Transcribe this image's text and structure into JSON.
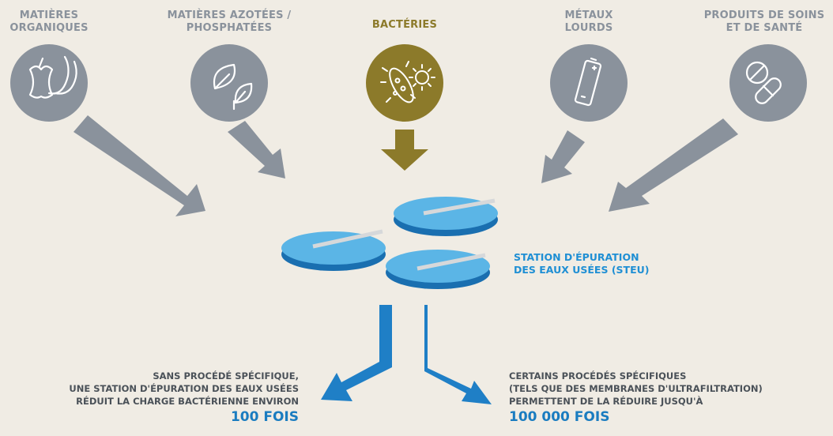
{
  "sources": [
    {
      "label_lines": [
        "MATIÈRES",
        "ORGANIQUES"
      ],
      "icon": "fruit-icon"
    },
    {
      "label_lines": [
        "MATIÈRES AZOTÉES /",
        "PHOSPHATÉES"
      ],
      "icon": "leaf-icon"
    },
    {
      "label_lines": [
        "BACTÉRIES"
      ],
      "icon": "bacteria-icon"
    },
    {
      "label_lines": [
        "MÉTAUX",
        "LOURDS"
      ],
      "icon": "battery-icon"
    },
    {
      "label_lines": [
        "PRODUITS DE SOINS",
        "ET DE SANTÉ"
      ],
      "icon": "pills-icon"
    }
  ],
  "station": {
    "label_lines": [
      "STATION D'ÉPURATION",
      "DES EAUX USÉES (STEU)"
    ]
  },
  "outcome_left": {
    "lines": [
      "SANS PROCÉDÉ SPÉCIFIQUE,",
      "UNE STATION D'ÉPURATION DES EAUX USÉES",
      "RÉDUIT LA CHARGE BACTÉRIENNE ENVIRON"
    ],
    "highlight": "100 FOIS"
  },
  "outcome_right": {
    "lines": [
      "CERTAINS PROCÉDÉS SPÉCIFIQUES",
      "(TELS QUE DES MEMBRANES D'ULTRAFILTRATION)",
      "PERMETTENT DE LA RÉDUIRE JUSQU'À"
    ],
    "highlight": "100 000 FOIS"
  },
  "colors": {
    "background": "#f0ece4",
    "grey": "#8a929c",
    "gold": "#8c7a2a",
    "blue": "#1f8fd4",
    "dark_blue": "#1a7cc0"
  }
}
